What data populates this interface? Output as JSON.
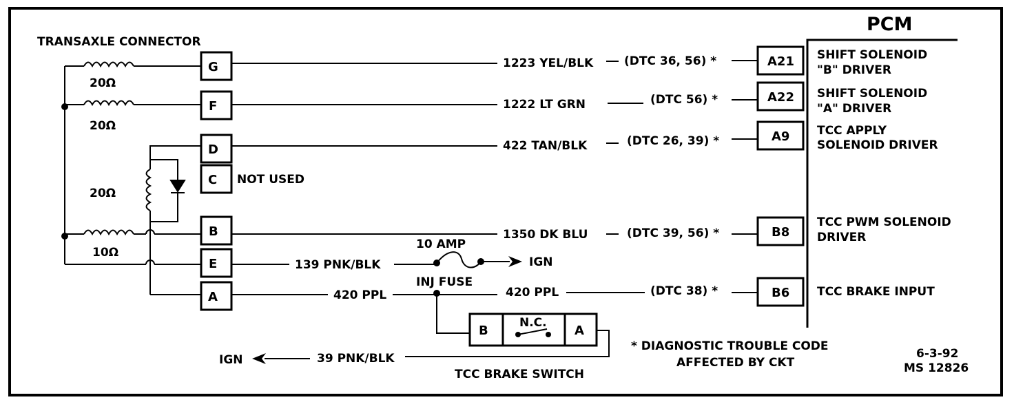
{
  "connector_title": "TRANSAXLE CONNECTOR",
  "pcm_title": "PCM",
  "resistances": {
    "g": "20Ω",
    "f": "20Ω",
    "d": "20Ω",
    "b": "10Ω"
  },
  "connector_pins": [
    "G",
    "F",
    "D",
    "C",
    "B",
    "E",
    "A"
  ],
  "not_used": "NOT USED",
  "wires": {
    "g": "1223 YEL/BLK",
    "f": "1222 LT GRN",
    "d": "422 TAN/BLK",
    "b": "1350 DK BLU",
    "e": "139 PNK/BLK",
    "a_left": "420 PPL",
    "a_right": "420 PPL",
    "ign_wire": "39 PNK/BLK"
  },
  "dtc": {
    "g": "(DTC 36, 56) *",
    "f": "(DTC 56) *",
    "d": "(DTC 26, 39) *",
    "b": "(DTC 39, 56) *",
    "a": "(DTC 38) *"
  },
  "pcm_pins": [
    "A21",
    "A22",
    "A9",
    "B8",
    "B6"
  ],
  "pcm_labels": {
    "a21": [
      "SHIFT SOLENOID",
      "\"B\" DRIVER"
    ],
    "a22": [
      "SHIFT SOLENOID",
      "\"A\" DRIVER"
    ],
    "a9": [
      "TCC APPLY",
      "SOLENOID DRIVER"
    ],
    "b8": [
      "TCC PWM SOLENOID",
      "DRIVER"
    ],
    "b6": [
      "TCC BRAKE INPUT"
    ]
  },
  "fuse": {
    "rating": "10 AMP",
    "name": "INJ FUSE",
    "ign": "IGN"
  },
  "switch": {
    "b": "B",
    "nc": "N.C.",
    "a": "A",
    "title": "TCC BRAKE SWITCH"
  },
  "ign_left": "IGN",
  "footnote": [
    "* DIAGNOSTIC TROUBLE CODE",
    "AFFECTED BY CKT"
  ],
  "doc_ref": [
    "6-3-92",
    "MS 12826"
  ]
}
